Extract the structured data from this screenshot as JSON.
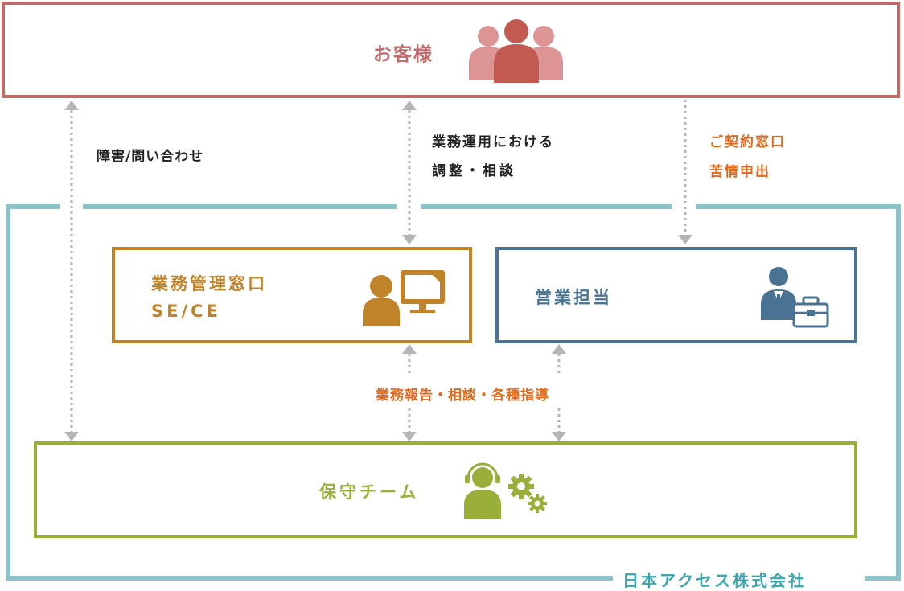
{
  "customer": {
    "label": "お客様"
  },
  "company": {
    "label": "日本アクセス株式会社"
  },
  "flows": {
    "left_label": "障害/問い合わせ",
    "center_line1": "業務運用における",
    "center_line2": "調整・相談",
    "right_line1": "ご契約窓口",
    "right_line2": "苦情申出",
    "bottom_label": "業務報告・相談・各種指導"
  },
  "ops_window": {
    "line1": "業務管理窓口",
    "line2": "SE/CE"
  },
  "sales": {
    "label": "営業担当"
  },
  "maintenance": {
    "label": "保守チーム"
  },
  "colors": {
    "customer": "#c26a6a",
    "company": "#8cc3c8",
    "company_text": "#3aa5ac",
    "ops": "#c1832a",
    "sales": "#4a7393",
    "maintenance": "#9aaf3a",
    "accent_text": "#e06a1e",
    "arrow": "#b5b5b5"
  },
  "icons": {
    "customer": "people-group-icon",
    "ops": "person-monitor-icon",
    "sales": "businessperson-briefcase-icon",
    "maintenance": "headset-gears-icon"
  }
}
